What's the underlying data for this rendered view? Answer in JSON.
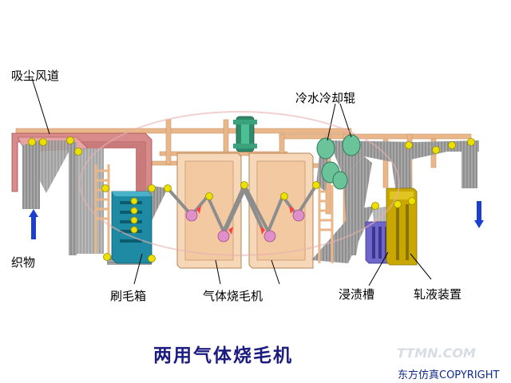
{
  "labels": {
    "suction_duct": "吸尘风道",
    "cooling_rollers": "冷水冷却辊",
    "fabric": "织物",
    "brush_box": "刷毛箱",
    "gas_singeing_machine": "气体烧毛机",
    "impregnation_tank": "浸渍槽",
    "padding_device": "轧液装置"
  },
  "title": "两用气体烧毛机",
  "copyright": "东方仿真COPYRIGHT",
  "watermark": "TTMN.COM",
  "colors": {
    "title": "#1b1b80",
    "arrow": "#1c3fd0",
    "fabric": "#9a9a9a",
    "pipe": "#e9b789",
    "duct": "#d98a8a",
    "chamber": "#f6d7b8",
    "brush_box": "#1e8aa3",
    "roller": "#ece000",
    "cooling_roller": "#6bc39a",
    "padder": "#c8a800",
    "tank": "#6e66c8",
    "burner": "#e090c8",
    "valve": "#2f8a6a"
  }
}
